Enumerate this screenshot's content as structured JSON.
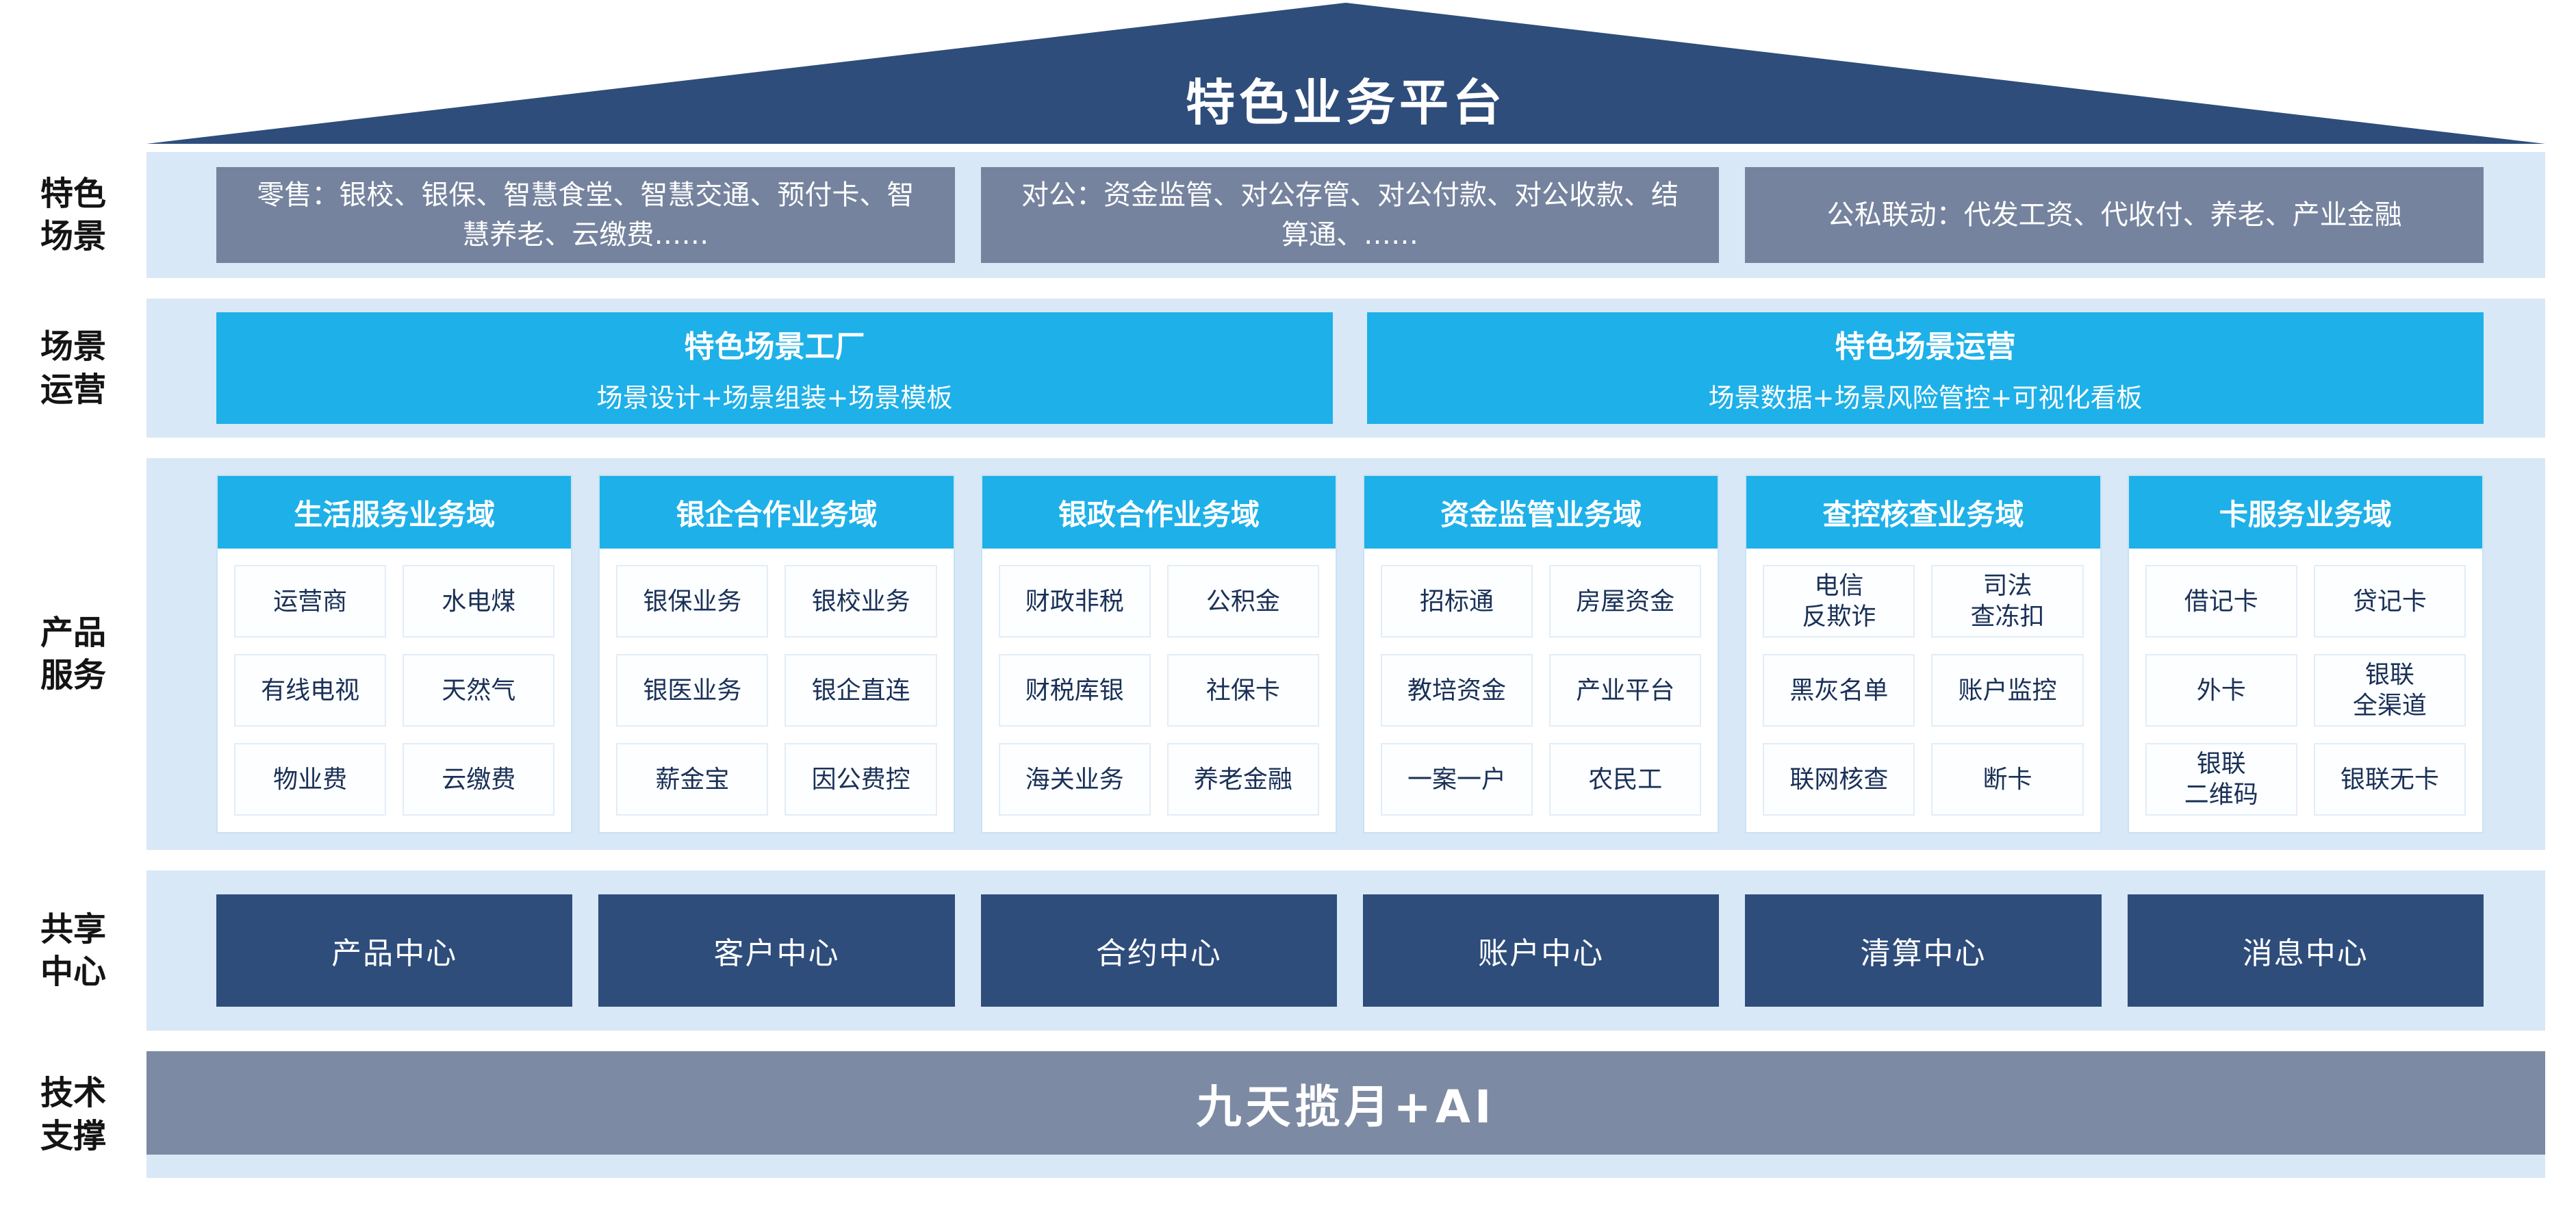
{
  "title": "特色业务平台",
  "sections": {
    "scenes": {
      "label": "特色\n场景",
      "boxes": [
        {
          "text": "零售：银校、银保、智慧食堂、智慧交通、预付卡、智慧养老、云缴费……"
        },
        {
          "text": "对公：资金监管、对公存管、对公付款、对公收款、结算通、……"
        },
        {
          "text": "公私联动：代发工资、代收付、养老、产业金融"
        }
      ]
    },
    "operations": {
      "label": "场景\n运营",
      "boxes": [
        {
          "title": "特色场景工厂",
          "subtitle": "场景设计+场景组装+场景模板"
        },
        {
          "title": "特色场景运营",
          "subtitle": "场景数据+场景风险管控+可视化看板"
        }
      ]
    },
    "products": {
      "label": "产品\n服务",
      "domains": [
        {
          "title": "生活服务业务域",
          "cells": [
            "运营商",
            "水电煤",
            "有线电视",
            "天然气",
            "物业费",
            "云缴费"
          ]
        },
        {
          "title": "银企合作业务域",
          "cells": [
            "银保业务",
            "银校业务",
            "银医业务",
            "银企直连",
            "薪金宝",
            "因公费控"
          ]
        },
        {
          "title": "银政合作业务域",
          "cells": [
            "财政非税",
            "公积金",
            "财税库银",
            "社保卡",
            "海关业务",
            "养老金融"
          ]
        },
        {
          "title": "资金监管业务域",
          "cells": [
            "招标通",
            "房屋资金",
            "教培资金",
            "产业平台",
            "一案一户",
            "农民工"
          ]
        },
        {
          "title": "查控核查业务域",
          "cells": [
            "电信\n反欺诈",
            "司法\n查冻扣",
            "黑灰名单",
            "账户监控",
            "联网核查",
            "断卡"
          ]
        },
        {
          "title": "卡服务业务域",
          "cells": [
            "借记卡",
            "贷记卡",
            "外卡",
            "银联\n全渠道",
            "银联\n二维码",
            "银联无卡"
          ]
        }
      ]
    },
    "shared": {
      "label": "共享\n中心",
      "centers": [
        "产品中心",
        "客户中心",
        "合约中心",
        "账户中心",
        "清算中心",
        "消息中心"
      ]
    },
    "tech": {
      "label": "技术\n支撑",
      "banner": "九天揽月+AI"
    }
  },
  "colors": {
    "navy": "#2E4D7B",
    "cyan": "#1EB0E8",
    "band": "#D9E8F6",
    "slate": "#75839E",
    "tech_bar": "#7D8AA3"
  }
}
